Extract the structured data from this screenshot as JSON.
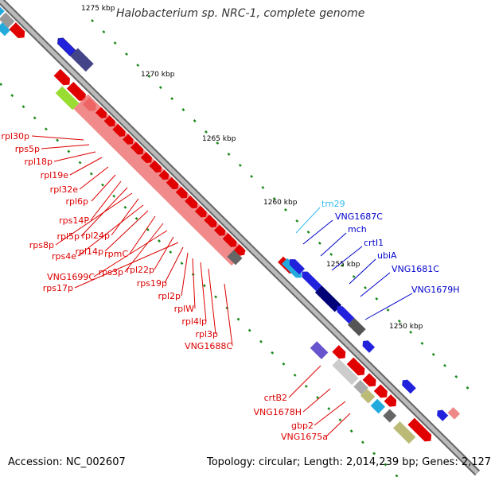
{
  "title": "Halobacterium sp. NRC-1, complete genome",
  "accession": "Accession: NC_002607",
  "topology": "Topology: circular; Length: 2,014,239 bp; Genes: 2,127",
  "colors": {
    "forward_gene": "#ff0000",
    "reverse_gene": "#0000ff",
    "trna": "#33bbee",
    "other_gene": "#808080",
    "backbone": "#888888",
    "ticks": "#228822"
  },
  "scale_labels": [
    "1275 kbp",
    "1270 kbp",
    "1265 kbp",
    "1260 kbp",
    "1255 kbp",
    "1250 kbp"
  ],
  "red_labels": [
    "rpl30p",
    "rps5p",
    "rpl18p",
    "rpl19e",
    "rpl32e",
    "rpl6p",
    "rps14P",
    "rpl5p",
    "rps8p",
    "rpl24p",
    "rps4e",
    "rpl14p",
    "rpmC",
    "rps3p",
    "VNG1699C",
    "rpl22p",
    "rps17p",
    "rps19p",
    "rpl2p",
    "rplW",
    "rpl4lp",
    "rpl3p",
    "VNG1688C",
    "crtB2",
    "VNG1678H",
    "gbp2",
    "VNG1675a"
  ],
  "blue_labels": [
    "VNG1687C",
    "mch",
    "crtI1",
    "ubiA",
    "VNG1681C",
    "VNG1679H"
  ],
  "trna_labels": [
    "trn29"
  ]
}
